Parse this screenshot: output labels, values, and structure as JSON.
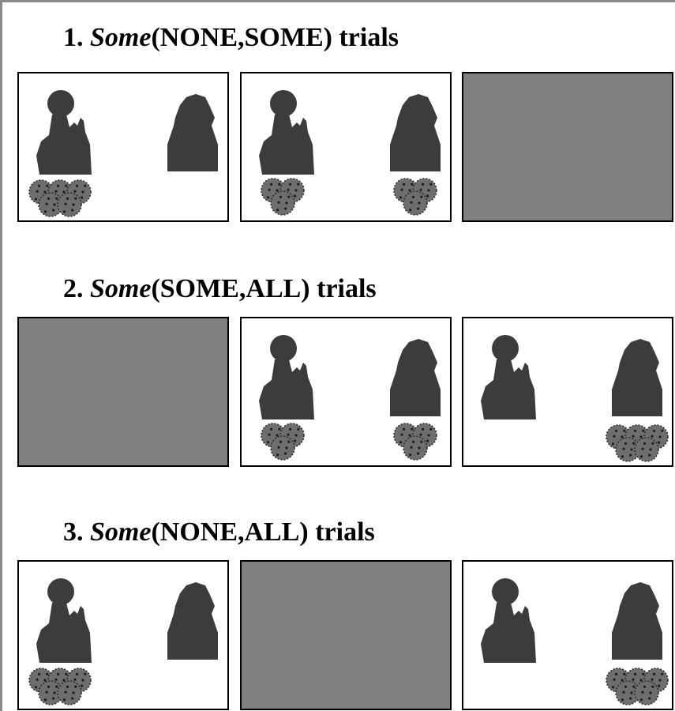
{
  "sections": [
    {
      "number": "1.",
      "quantifier": "Some",
      "condition": "(NONE,SOME) trials",
      "panels": [
        {
          "type": "scene",
          "left_figure_objects": 3,
          "right_figure_objects": 0
        },
        {
          "type": "scene",
          "left_figure_objects": 2,
          "right_figure_objects": 2
        },
        {
          "type": "blank"
        }
      ]
    },
    {
      "number": "2.",
      "quantifier": "Some",
      "condition": "(SOME,ALL) trials",
      "panels": [
        {
          "type": "blank"
        },
        {
          "type": "scene",
          "left_figure_objects": 2,
          "right_figure_objects": 2
        },
        {
          "type": "scene",
          "left_figure_objects": 0,
          "right_figure_objects": 3
        }
      ]
    },
    {
      "number": "3.",
      "quantifier": "Some",
      "condition": "(NONE,ALL) trials",
      "panels": [
        {
          "type": "scene",
          "left_figure_objects": 3,
          "right_figure_objects": 0
        },
        {
          "type": "blank"
        },
        {
          "type": "scene",
          "left_figure_objects": 0,
          "right_figure_objects": 3
        }
      ]
    }
  ],
  "colors": {
    "silhouette": "#3d3b3b",
    "blank_panel": "#808080",
    "object_fill": "#6e6e6e"
  }
}
